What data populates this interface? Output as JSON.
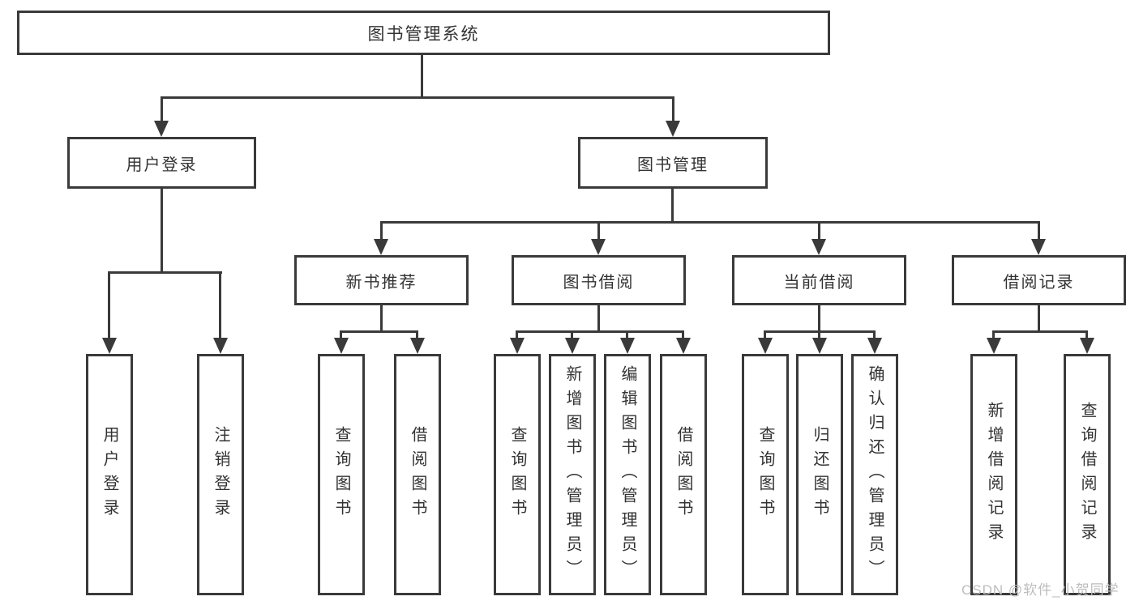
{
  "diagram_type": "hierarchy-tree",
  "colors": {
    "line": "#3a3a3a",
    "text": "#333333",
    "node_background": "#ffffff",
    "page_background": "#ffffff",
    "watermark": "#bdbdbd"
  },
  "tree": {
    "label": "图书管理系统",
    "children": [
      {
        "label": "用户登录",
        "children": [
          {
            "label": "用户登录"
          },
          {
            "label": "注销登录"
          }
        ]
      },
      {
        "label": "图书管理",
        "children": [
          {
            "label": "新书推荐",
            "children": [
              {
                "label": "查询图书"
              },
              {
                "label": "借阅图书"
              }
            ]
          },
          {
            "label": "图书借阅",
            "children": [
              {
                "label": "查询图书"
              },
              {
                "label": "新增图书（管理员）"
              },
              {
                "label": "编辑图书（管理员）"
              },
              {
                "label": "借阅图书"
              }
            ]
          },
          {
            "label": "当前借阅",
            "children": [
              {
                "label": "查询图书"
              },
              {
                "label": "归还图书"
              },
              {
                "label": "确认归还（管理员）"
              }
            ]
          },
          {
            "label": "借阅记录",
            "children": [
              {
                "label": "新增借阅记录"
              },
              {
                "label": "查询借阅记录"
              }
            ]
          }
        ]
      }
    ]
  },
  "watermark": {
    "text": "CSDN @软件_小贺同学"
  }
}
